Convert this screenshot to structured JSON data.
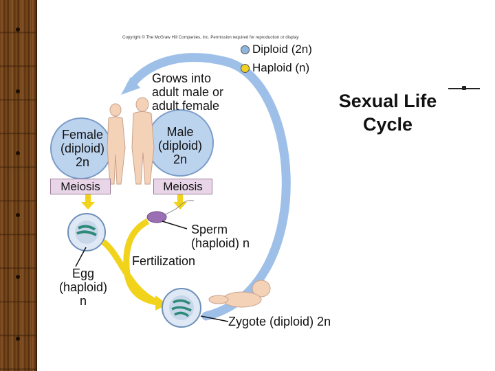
{
  "copyright": "Copyright © The McGraw Hill Companies, Inc. Permission required for reproduction or display",
  "title_line1": "Sexual Life",
  "title_line2": "Cycle",
  "legend": {
    "diploid": "Diploid (2n)",
    "haploid": "Haploid (n)",
    "diploid_color": "#8fb5dd",
    "haploid_color": "#f0d020"
  },
  "grows": {
    "line1": "Grows into",
    "line2": "adult male or",
    "line3": "adult female"
  },
  "female": {
    "line1": "Female",
    "line2": "(diploid)",
    "line3": "2n"
  },
  "male": {
    "line1": "Male",
    "line2": "(diploid)",
    "line3": "2n"
  },
  "meiosis_left": "Meiosis",
  "meiosis_right": "Meiosis",
  "sperm": {
    "line1": "Sperm",
    "line2": "(haploid) n"
  },
  "fertilization": "Fertilization",
  "egg": {
    "line1": "Egg",
    "line2": "(haploid)",
    "line3": "n"
  },
  "zygote": "Zygote (diploid) 2n",
  "colors": {
    "cycle_arrow": "#9ec0e8",
    "haploid_arrow": "#f2d31c",
    "diploid_circle": "#bcd3ee",
    "cell_outline": "#6d8fb8"
  }
}
